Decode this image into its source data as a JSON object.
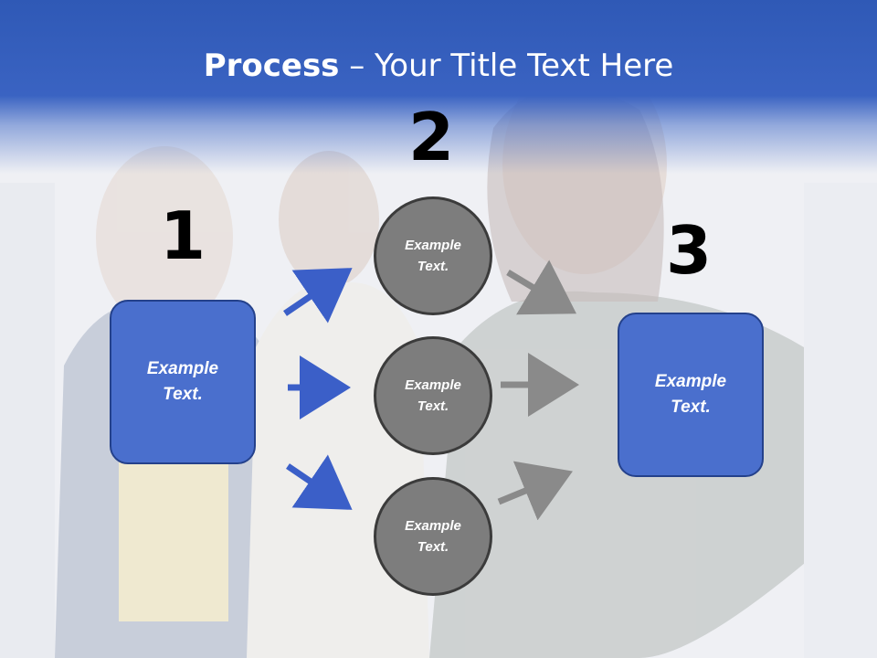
{
  "slide": {
    "title_bold": "Process",
    "title_rest": " – Your Title Text Here",
    "colors": {
      "header": "#3a63c2",
      "box": "#4a6fcd",
      "circle": "#7d7d7d",
      "blue_arrow": "#3b5fc8",
      "gray_arrow": "#8a8a8a"
    }
  },
  "steps": [
    {
      "number": "1",
      "label": "Example Text."
    },
    {
      "number": "2",
      "circles": [
        "Example Text.",
        "Example Text.",
        "Example Text."
      ]
    },
    {
      "number": "3",
      "label": "Example Text."
    }
  ]
}
